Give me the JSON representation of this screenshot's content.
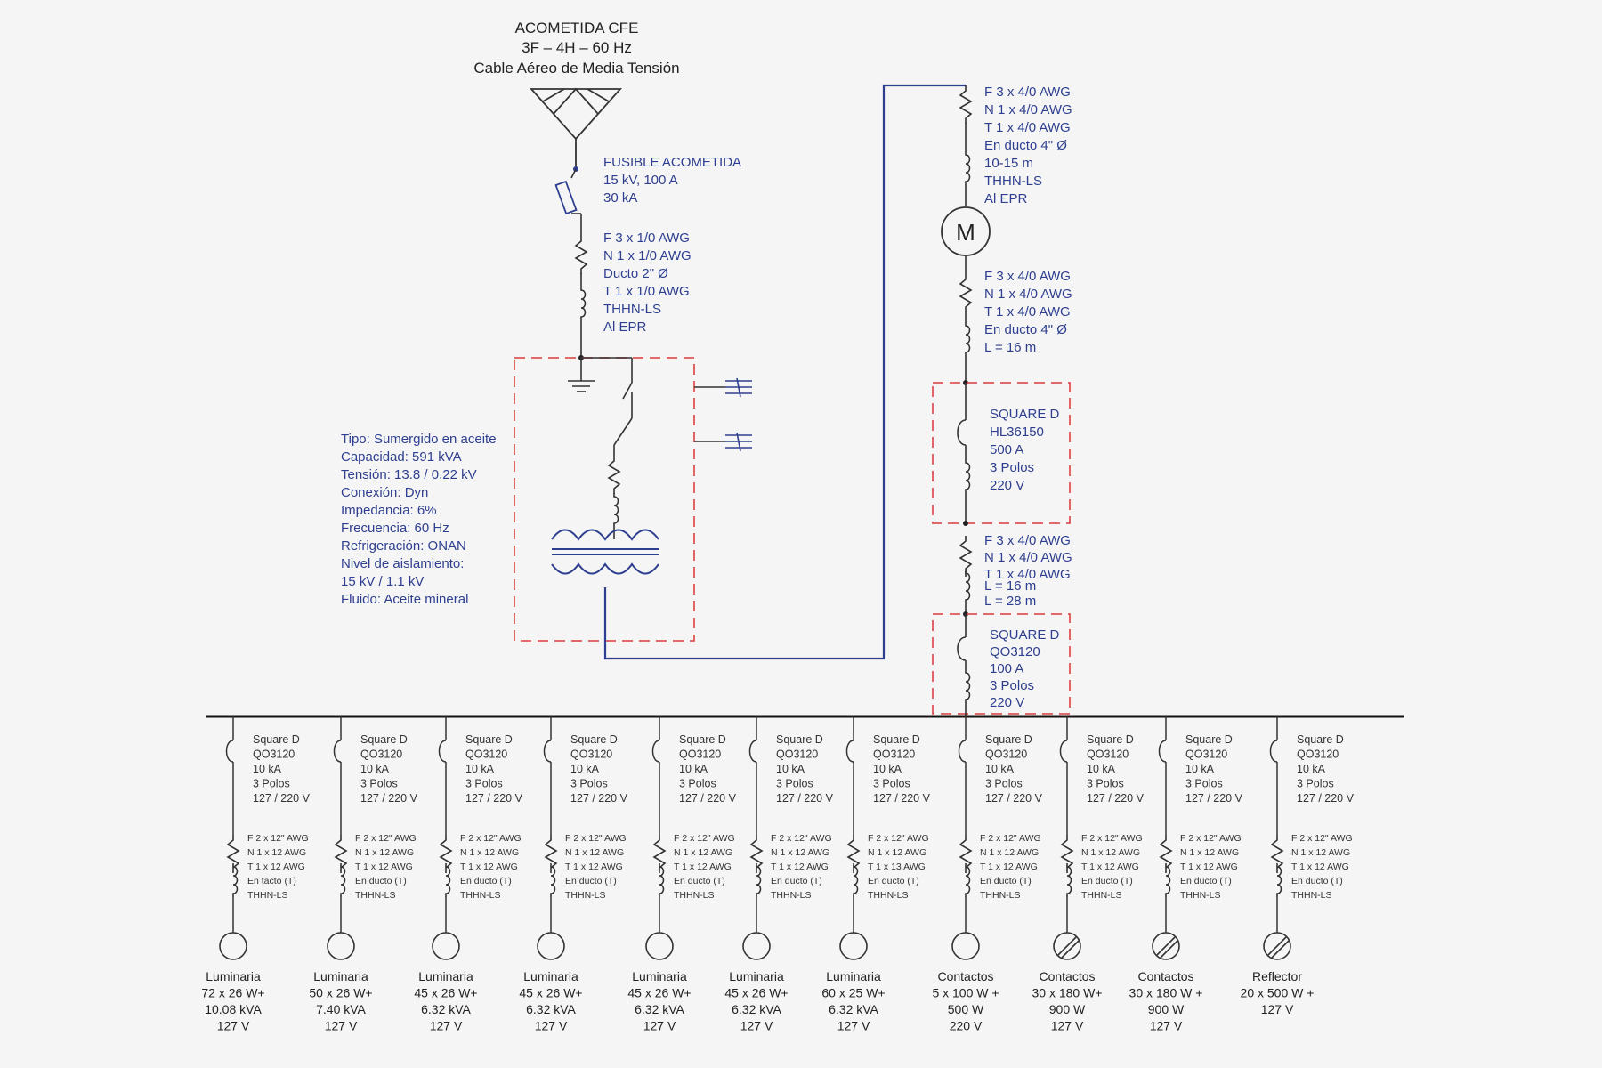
{
  "service": {
    "title": "ACOMETIDA CFE",
    "spec": "3F – 4H – 60 Hz",
    "cable": "Cable Aéreo de Media Tensión"
  },
  "fuse": {
    "lines": [
      "FUSIBLE ACOMETIDA",
      "15 kV, 100 A",
      "30 kA"
    ]
  },
  "mv_cable": {
    "lines": [
      "F 3 x 1/0 AWG",
      "N 1 x 1/0 AWG",
      "Ducto 2\" Ø",
      "T 1 x 1/0 AWG",
      "THHN-LS",
      "Al EPR"
    ]
  },
  "transformer": {
    "lines": [
      "Tipo: Sumergido en aceite",
      "Capacidad: 591 kVA",
      "Tensión: 13.8 / 0.22 kV",
      "Conexión: Dyn",
      "Impedancia: 6%",
      "Frecuencia: 60 Hz",
      "Refrigeración: ONAN",
      "Nivel de aislamiento:",
      "15 kV / 1.1 kV",
      "Fluido: Aceite mineral"
    ]
  },
  "cable_to_meter": {
    "lines": [
      "F 3 x 4/0 AWG",
      "N 1 x 4/0 AWG",
      "T 1 x 4/0 AWG",
      "En ducto 4\" Ø",
      "10-15 m",
      "THHN-LS",
      "Al EPR"
    ]
  },
  "meter": {
    "symbol": "M"
  },
  "cable_meter_main": {
    "lines": [
      "F 3 x 4/0 AWG",
      "N 1 x 4/0 AWG",
      "T 1 x 4/0 AWG",
      "En ducto 4\" Ø",
      "L = 16 m"
    ]
  },
  "main_breaker": {
    "lines": [
      "SQUARE D",
      "HL36150",
      "500 A",
      "3 Polos",
      "220 V"
    ]
  },
  "cable_main_panel": {
    "lines": [
      "F 3 x 4/0 AWG",
      "N 1 x 4/0 AWG",
      "T 1 x 4/0 AWG",
      "L = 16 m",
      "L = 28 m"
    ]
  },
  "panel_breaker": {
    "lines": [
      "SQUARE D",
      "QO3120",
      "100 A",
      "3 Polos",
      "220 V"
    ]
  },
  "circuits": [
    {
      "breaker": [
        "Square D",
        "QO3120",
        "10 kA",
        "3 Polos",
        "127 / 220 V"
      ],
      "cable": [
        "F 2 x 12\" AWG",
        "N 1 x 12 AWG",
        "T 1 x 12 AWG",
        "En tacto (Т)",
        "THHN-LS"
      ],
      "symbol": "lamp",
      "load": [
        "Luminaria",
        "72 x 26 W+",
        "10.08 kVA",
        "127 V"
      ]
    },
    {
      "breaker": [
        "Square D",
        "QO3120",
        "10 kA",
        "3 Polos",
        "127 / 220 V"
      ],
      "cable": [
        "F 2 x 12\" AWG",
        "N 1 x 12 AWG",
        "T 1 x 12 AWG",
        "En ducto (Т)",
        "THHN-LS"
      ],
      "symbol": "lamp",
      "load": [
        "Luminaria",
        "50 x 26 W+",
        "7.40 kVA",
        "127 V"
      ]
    },
    {
      "breaker": [
        "Square D",
        "QO3120",
        "10 kA",
        "3 Polos",
        "127 / 220 V"
      ],
      "cable": [
        "F 2 x 12\" AWG",
        "N 1 x 12 AWG",
        "T 1 x 12 AWG",
        "En ducto (Т)",
        "THHN-LS"
      ],
      "symbol": "lamp",
      "load": [
        "Luminaria",
        "45 x 26 W+",
        "6.32 kVA",
        "127 V"
      ]
    },
    {
      "breaker": [
        "Square D",
        "QO3120",
        "10 kA",
        "3 Polos",
        "127 / 220 V"
      ],
      "cable": [
        "F 2 x 12\" AWG",
        "N 1 x 12 AWG",
        "T 1 x 12 AWG",
        "En ducto (Т)",
        "THHN-LS"
      ],
      "symbol": "lamp",
      "load": [
        "Luminaria",
        "45 x 26 W+",
        "6.32 kVA",
        "127 V"
      ]
    },
    {
      "breaker": [
        "Square D",
        "QO3120",
        "10 kA",
        "3 Polos",
        "127 / 220 V"
      ],
      "cable": [
        "F 2 x 12\" AWG",
        "N 1 x 12 AWG",
        "T 1 x 12 AWG",
        "En ducto (Т)",
        "THHN-LS"
      ],
      "symbol": "lamp",
      "load": [
        "Luminaria",
        "45 x 26 W+",
        "6.32 kVA",
        "127 V"
      ]
    },
    {
      "breaker": [
        "Square D",
        "QO3120",
        "10 kA",
        "3 Polos",
        "127 / 220 V"
      ],
      "cable": [
        "F 2 x 12\" AWG",
        "N 1 x 12 AWG",
        "T 1 x 12 AWG",
        "En ducto (Т)",
        "THHN-LS"
      ],
      "symbol": "lamp",
      "load": [
        "Luminaria",
        "45 x 26 W+",
        "6.32 kVA",
        "127 V"
      ]
    },
    {
      "breaker": [
        "Square D",
        "QO3120",
        "10 kA",
        "3 Polos",
        "127 / 220 V"
      ],
      "cable": [
        "F 2 x 12\" AWG",
        "N 1 x 12 AWG",
        "T 1 x 13 AWG",
        "En ducto (Т)",
        "THHN-LS"
      ],
      "symbol": "lamp",
      "load": [
        "Luminaria",
        "60 x 25 W+",
        "6.32 kVA",
        "127 V"
      ]
    },
    {
      "breaker": [
        "Square D",
        "QO3120",
        "10 kA",
        "3 Polos",
        "127 / 220 V"
      ],
      "cable": [
        "F 2 x 12\" AWG",
        "N 1 x 12 AWG",
        "T 1 x 12 AWG",
        "En ducto (Т)",
        "THHN-LS"
      ],
      "symbol": "contact",
      "load": [
        "Contactos",
        "5 x 100 W +",
        "500 W",
        "220 V"
      ]
    },
    {
      "breaker": [
        "Square D",
        "QO3120",
        "10 kA",
        "3 Polos",
        "127 / 220 V"
      ],
      "cable": [
        "F 2 x 12\" AWG",
        "N 1 x 12 AWG",
        "T 1 x 12 AWG",
        "En ducto (Т)",
        "THHN-LS"
      ],
      "symbol": "socket",
      "load": [
        "Contactos",
        "30 x 180 W+",
        "900 W",
        "127 V"
      ]
    },
    {
      "breaker": [
        "Square D",
        "QO3120",
        "10 kA",
        "3 Polos",
        "127 / 220 V"
      ],
      "cable": [
        "F 2 x 12\" AWG",
        "N 1 x 12 AWG",
        "T 1 x 12 AWG",
        "En ducto (Т)",
        "THHN-LS"
      ],
      "symbol": "socket",
      "load": [
        "Contactos",
        "30 x 180 W +",
        "900 W",
        "127 V"
      ]
    },
    {
      "breaker": [
        "Square D",
        "QO3120",
        "10 kA",
        "3 Polos",
        "127 / 220 V"
      ],
      "cable": [
        "F 2 x 12\" AWG",
        "N 1 x 12 AWG",
        "T 1 x 12 AWG",
        "En ducto (Т)",
        "THHN-LS"
      ],
      "symbol": "socket",
      "load": [
        "Reflector",
        "20 x 500 W +",
        "127 V"
      ]
    }
  ]
}
